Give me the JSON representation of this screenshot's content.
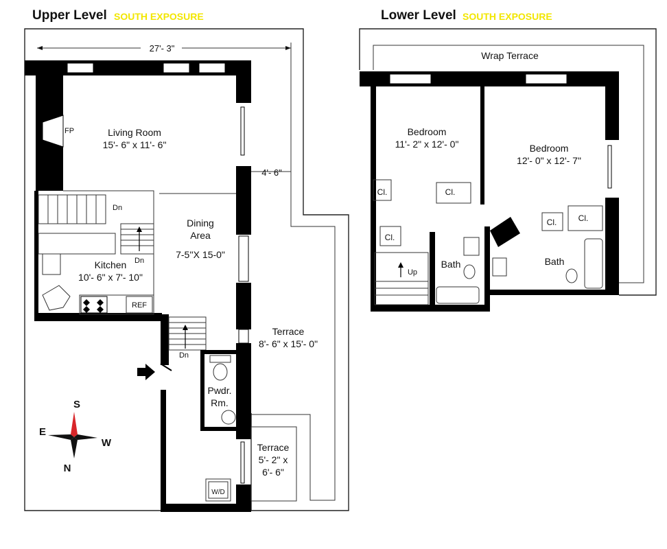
{
  "upper": {
    "title": "Upper Level",
    "exposure": "SOUTH EXPOSURE",
    "overall_width": "27'- 3\"",
    "terrace_gap": "4'- 6\"",
    "living_room": {
      "name": "Living Room",
      "size": "15'- 6\" x 11'- 6\""
    },
    "fireplace": "FP",
    "dining": {
      "name_line1": "Dining",
      "name_line2": "Area",
      "size": "7-5''X 15-0\""
    },
    "kitchen": {
      "name": "Kitchen",
      "size": "10'- 6\" x 7'- 10\""
    },
    "ref": "REF",
    "dn1": "Dn",
    "dn2": "Dn",
    "dn3": "Dn",
    "powder": {
      "line1": "Pwdr.",
      "line2": "Rm."
    },
    "wd": "W/D",
    "terrace_large": {
      "name": "Terrace",
      "size": "8'- 6\" x 15'- 0\""
    },
    "terrace_small": {
      "name": "Terrace",
      "size_line1": "5'- 2\" x",
      "size_line2": "6'- 6\""
    }
  },
  "lower": {
    "title": "Lower Level",
    "exposure": "SOUTH EXPOSURE",
    "wrap_terrace": "Wrap Terrace",
    "bedroom1": {
      "name": "Bedroom",
      "size": "11'- 2\" x 12'- 0\""
    },
    "bedroom2": {
      "name": "Bedroom",
      "size": "12'- 0\" x 12'- 7\""
    },
    "closets": [
      "Cl.",
      "Cl.",
      "Cl.",
      "Cl.",
      "Cl."
    ],
    "bath1": "Bath",
    "bath2": "Bath",
    "up": "Up"
  },
  "compass": {
    "s": "S",
    "e": "E",
    "w": "W",
    "n": "N"
  },
  "colors": {
    "exposure": "#f2e600",
    "compass_red": "#d8262a",
    "wall": "#000000"
  }
}
